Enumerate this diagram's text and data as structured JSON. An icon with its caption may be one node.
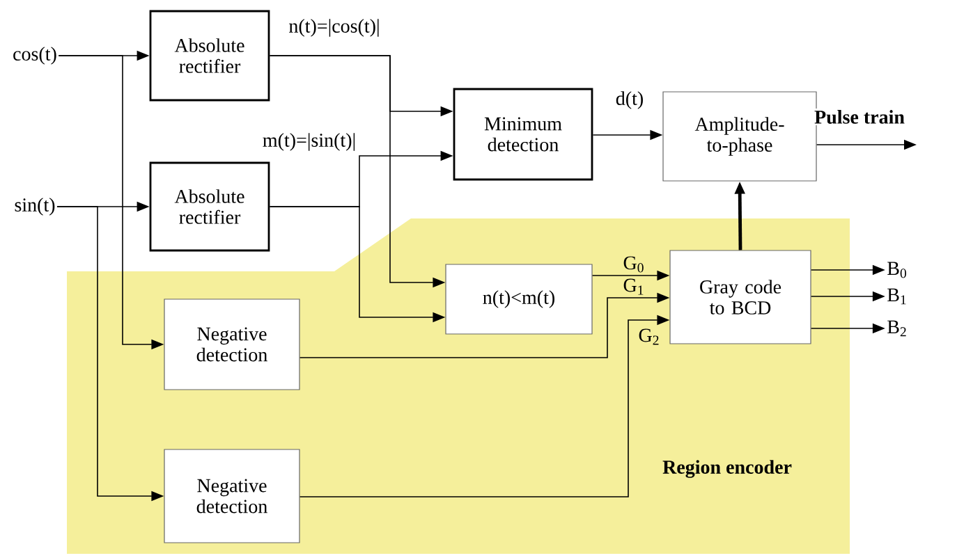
{
  "diagram": {
    "nodes": [
      {
        "text": [
          "cos(t)"
        ]
      },
      {
        "text": [
          "sin(t)"
        ]
      },
      {
        "text": [
          "Absolute rectifier"
        ]
      },
      {
        "text": [
          "Absolute rectifier"
        ]
      },
      {
        "text": [
          "Minimum detection"
        ]
      },
      {
        "text": [
          "Amplitude-to-phase"
        ]
      },
      {
        "text": [
          "Region encoder"
        ]
      },
      {
        "text": [
          "n(t)<m(t)"
        ],
        "in": 6
      },
      {
        "text": [
          "Gray code to BCD"
        ],
        "in": 6
      },
      {
        "text": [
          "Negative detection"
        ],
        "in": 6
      },
      {
        "text": [
          "Negative detection"
        ],
        "in": 6
      },
      {
        "text": [
          "B$_{0}$"
        ]
      },
      {
        "text": [
          "B$_{1}$"
        ]
      },
      {
        "text": [
          "B$_{2}$"
        ]
      }
    ],
    "edges": [
      {
        "from": 0,
        "to": 2,
        "arrow": "to"
      },
      {
        "from": 0,
        "to": 9,
        "arrow": "to"
      },
      {
        "from": 1,
        "to": 3,
        "arrow": "to"
      },
      {
        "from": 1,
        "to": 10,
        "arrow": "to"
      },
      {
        "from": 2,
        "to": 4,
        "arrow": "to",
        "label": "n(t)=|cos(t)|"
      },
      {
        "from": 2,
        "to": 7,
        "arrow": "to"
      },
      {
        "from": 3,
        "to": 4,
        "arrow": "to",
        "label": "m(t)=|sin(t)|"
      },
      {
        "from": 3,
        "to": 7,
        "arrow": "to"
      },
      {
        "from": 4,
        "to": 5,
        "arrow": "to",
        "label": "d(t)"
      },
      {
        "from": 5,
        "to": null,
        "arrow": "to",
        "label": "Pulse train"
      },
      {
        "from": 8,
        "to": 5,
        "arrow": "to",
        "style": "thick"
      },
      {
        "from": 7,
        "to": 8,
        "arrow": "to",
        "label": "G$_{0}$"
      },
      {
        "from": 9,
        "to": 8,
        "arrow": "to",
        "label": "G$_{1}$"
      },
      {
        "from": 10,
        "to": 8,
        "arrow": "to",
        "label": "G$_{2}$"
      },
      {
        "from": 8,
        "to": 11,
        "arrow": "to"
      },
      {
        "from": 8,
        "to": 12,
        "arrow": "to"
      },
      {
        "from": 8,
        "to": 13,
        "arrow": "to"
      }
    ]
  }
}
